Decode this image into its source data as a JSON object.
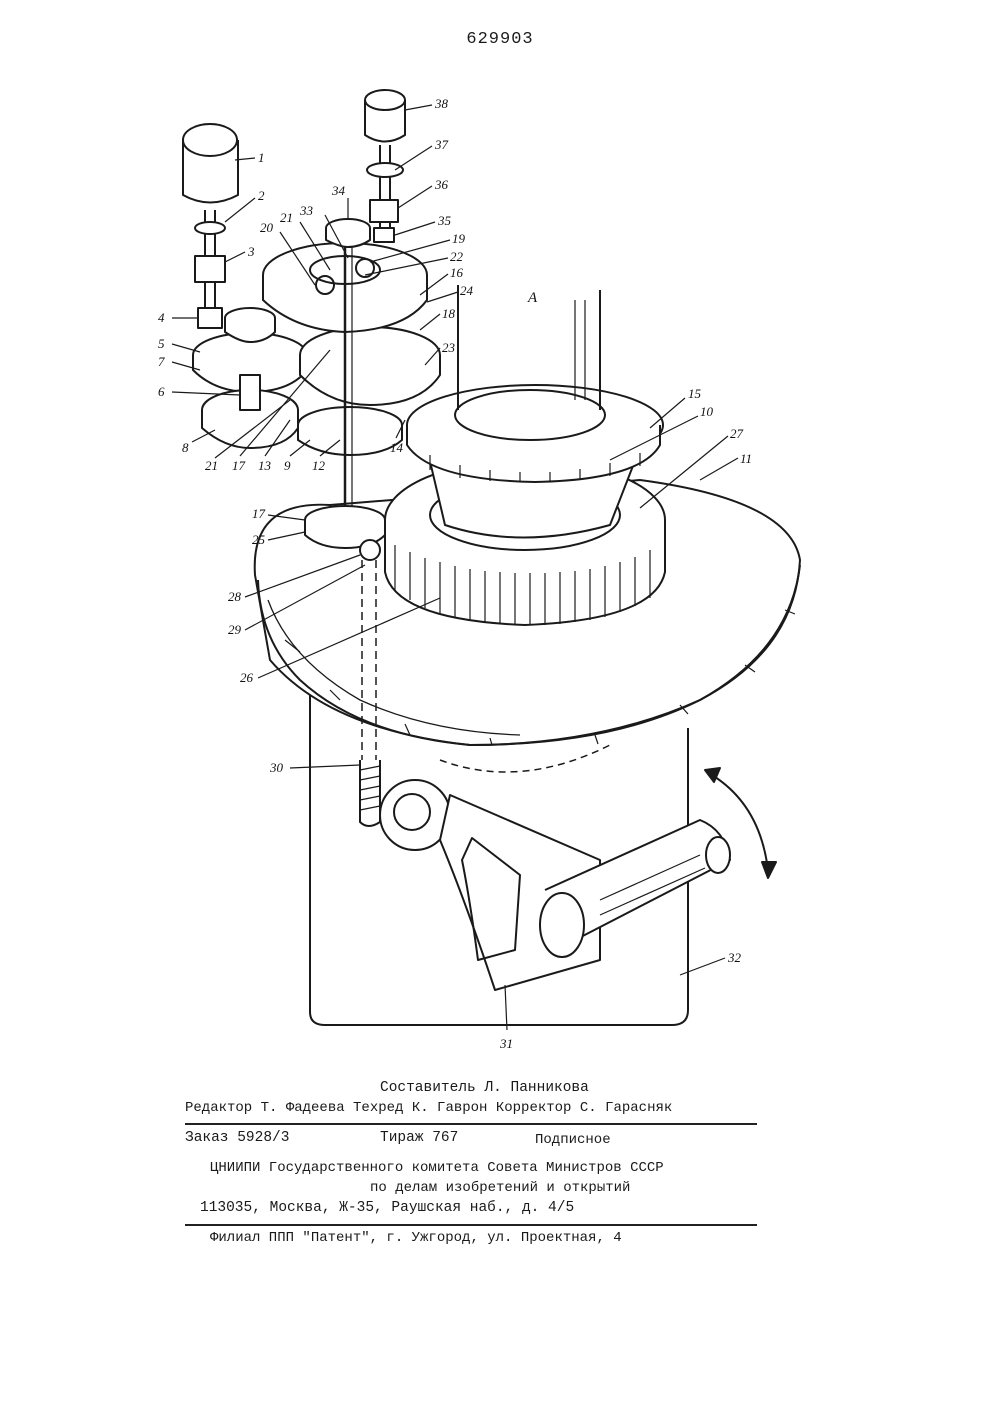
{
  "page_number": "629903",
  "callouts": [
    {
      "id": "1",
      "label": "1"
    },
    {
      "id": "2",
      "label": "2"
    },
    {
      "id": "3",
      "label": "3"
    },
    {
      "id": "4",
      "label": "4"
    },
    {
      "id": "5",
      "label": "5"
    },
    {
      "id": "7",
      "label": "7"
    },
    {
      "id": "6",
      "label": "6"
    },
    {
      "id": "8",
      "label": "8"
    },
    {
      "id": "21b",
      "label": "21"
    },
    {
      "id": "17b",
      "label": "17"
    },
    {
      "id": "13",
      "label": "13"
    },
    {
      "id": "9",
      "label": "9"
    },
    {
      "id": "12",
      "label": "12"
    },
    {
      "id": "14",
      "label": "14"
    },
    {
      "id": "20",
      "label": "20"
    },
    {
      "id": "21a",
      "label": "21"
    },
    {
      "id": "33",
      "label": "33"
    },
    {
      "id": "34",
      "label": "34"
    },
    {
      "id": "35",
      "label": "35"
    },
    {
      "id": "19",
      "label": "19"
    },
    {
      "id": "22",
      "label": "22"
    },
    {
      "id": "16",
      "label": "16"
    },
    {
      "id": "24",
      "label": "24"
    },
    {
      "id": "18",
      "label": "18"
    },
    {
      "id": "23",
      "label": "23"
    },
    {
      "id": "38",
      "label": "38"
    },
    {
      "id": "37",
      "label": "37"
    },
    {
      "id": "36",
      "label": "36"
    },
    {
      "id": "A",
      "label": "A"
    },
    {
      "id": "15",
      "label": "15"
    },
    {
      "id": "10",
      "label": "10"
    },
    {
      "id": "27",
      "label": "27"
    },
    {
      "id": "11",
      "label": "11"
    },
    {
      "id": "17a",
      "label": "17"
    },
    {
      "id": "25",
      "label": "25"
    },
    {
      "id": "28",
      "label": "28"
    },
    {
      "id": "29",
      "label": "29"
    },
    {
      "id": "26",
      "label": "26"
    },
    {
      "id": "30",
      "label": "30"
    },
    {
      "id": "32",
      "label": "32"
    },
    {
      "id": "31",
      "label": "31"
    }
  ],
  "colophon": {
    "compiler": "Составитель Л. Панникова",
    "editors": "Редактор Т. Фадеева Техред К. Гаврон Корректор С. Гарасняк",
    "order": "Заказ 5928/3",
    "circulation": "Тираж 767",
    "subscription": "Подписное",
    "org_line1": "ЦНИИПИ Государственного комитета Совета Министров СССР",
    "org_line2": "по делам изобретений и открытий",
    "address": "113035, Москва, Ж-35, Раушская наб., д. 4/5",
    "branch": "Филиал ППП \"Патент\", г. Ужгород, ул. Проектная, 4"
  }
}
